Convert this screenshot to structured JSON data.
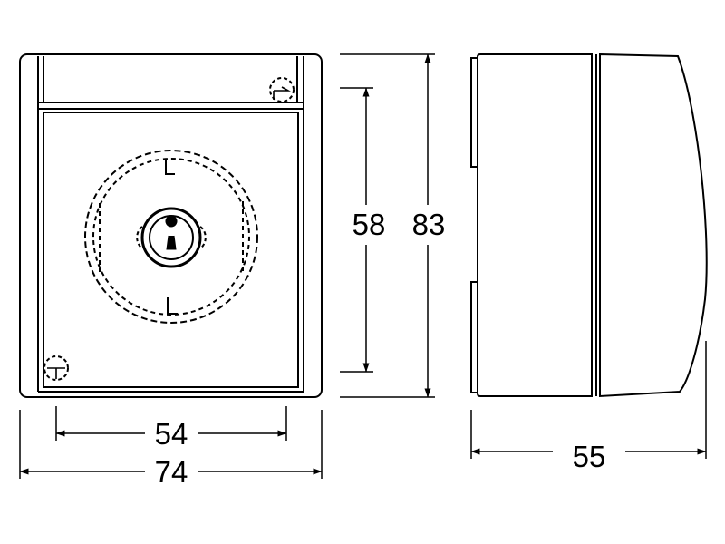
{
  "dimensions": {
    "inner_width": "54",
    "overall_width": "74",
    "inner_height": "58",
    "overall_height": "83",
    "depth": "55"
  },
  "colors": {
    "stroke": "#000000",
    "background": "#ffffff"
  }
}
